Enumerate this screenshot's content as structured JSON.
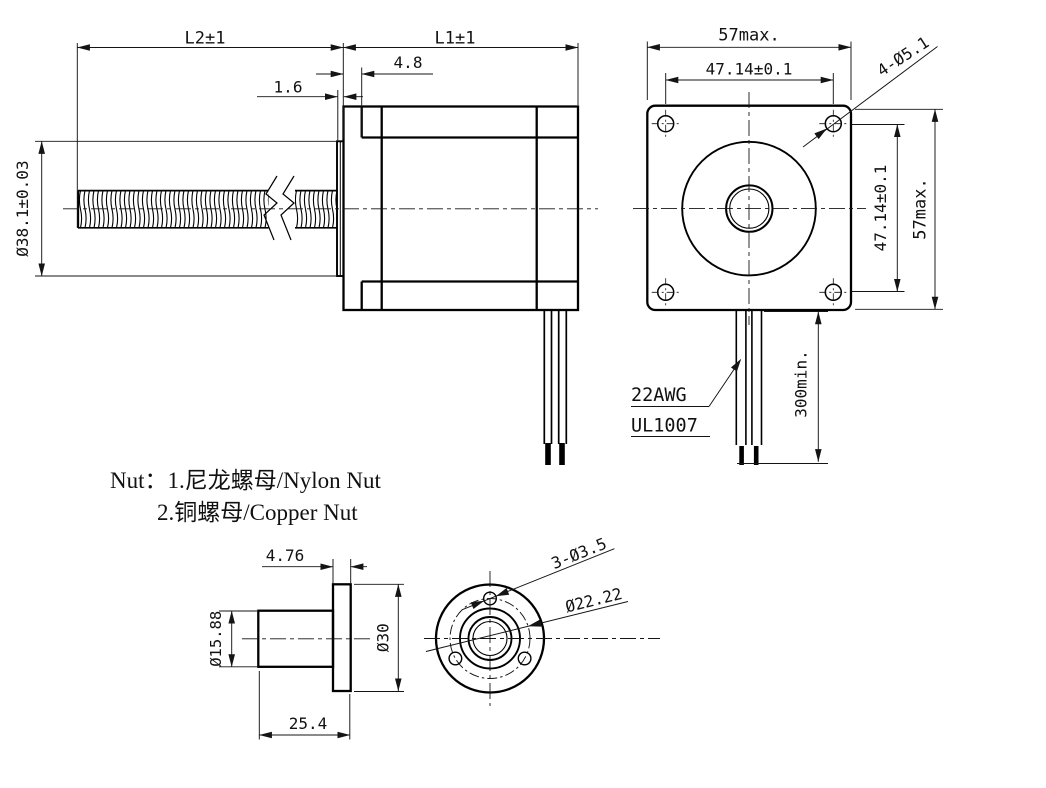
{
  "colors": {
    "background": "#ffffff",
    "line": "#000000"
  },
  "side_view": {
    "screw_length_label": "L2±1",
    "body_length_label": "L1±1",
    "boss_depth_label": "4.8",
    "boss_step_label": "1.6",
    "boss_diameter_label": "Ø38.1±0.03"
  },
  "front_view": {
    "width_label": "57max.",
    "hole_spacing_horizontal_label": "47.14±0.1",
    "mounting_holes_label": "4-Ø5.1",
    "hole_spacing_vertical_label": "47.14±0.1",
    "height_label": "57max.",
    "wire_length_label": "300min.",
    "wire_gauge_label": "22AWG",
    "wire_type_label": "UL1007"
  },
  "note": {
    "line1": "Nut：1.尼龙螺母/Nylon Nut",
    "line2": "2.铜螺母/Copper Nut"
  },
  "nut_side_view": {
    "flange_thickness_label": "4.76",
    "body_diameter_label": "Ø15.88",
    "flange_diameter_label": "Ø30",
    "total_length_label": "25.4"
  },
  "nut_front_view": {
    "mounting_holes_label": "3-Ø3.5",
    "bolt_circle_label": "Ø22.22"
  }
}
